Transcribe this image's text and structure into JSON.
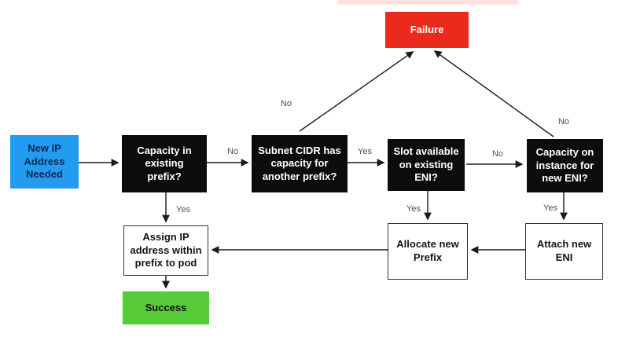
{
  "diagram": {
    "type": "flowchart",
    "nodes": {
      "start": {
        "label": "New IP Address Needed",
        "bg": "#239BF1",
        "text_color": "#0E2A52"
      },
      "capacity_prefix": {
        "label": "Capacity in existing prefix?",
        "bg": "#0C0C0C",
        "text_color": "#FFFFFF"
      },
      "subnet_cidr": {
        "label": "Subnet CIDR has capacity for another prefix?",
        "bg": "#0C0C0C",
        "text_color": "#FFFFFF"
      },
      "slot_eni": {
        "label": "Slot available on existing ENI?",
        "bg": "#0C0C0C",
        "text_color": "#FFFFFF"
      },
      "capacity_instance": {
        "label": "Capacity on instance for new ENI?",
        "bg": "#0C0C0C",
        "text_color": "#FFFFFF"
      },
      "failure": {
        "label": "Failure",
        "bg": "#E92A1C",
        "text_color": "#FFFFFF"
      },
      "assign_ip": {
        "label": "Assign IP address within prefix to pod",
        "bg": "#FFFFFF",
        "text_color": "#141414"
      },
      "allocate_prefix": {
        "label": "Allocate new Prefix",
        "bg": "#FFFFFF",
        "text_color": "#141414"
      },
      "attach_eni": {
        "label": "Attach new ENI",
        "bg": "#FFFFFF",
        "text_color": "#141414"
      },
      "success": {
        "label": "Success",
        "bg": "#57CB37",
        "text_color": "#111111"
      }
    },
    "edge_labels": {
      "capacity_no": "No",
      "capacity_yes": "Yes",
      "subnet_no": "No",
      "subnet_yes": "Yes",
      "slot_no": "No",
      "slot_yes": "Yes",
      "instance_no": "No",
      "instance_yes": "Yes"
    },
    "arrow_color": "#1a1a1a"
  }
}
